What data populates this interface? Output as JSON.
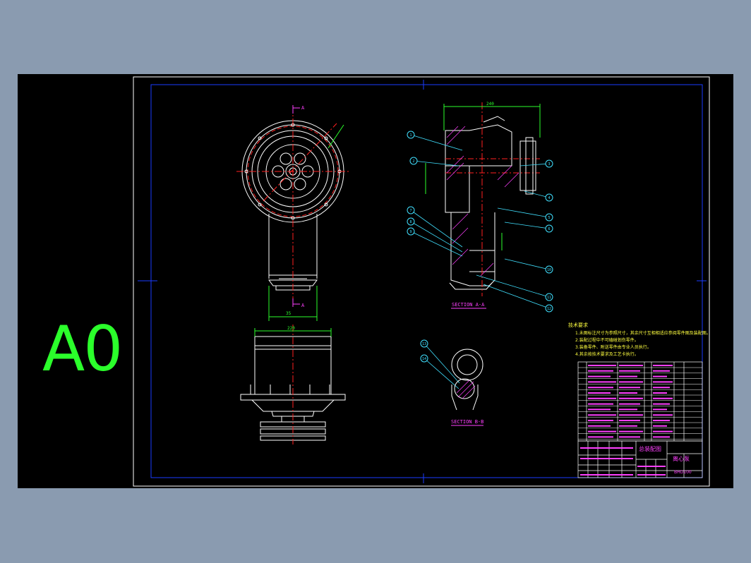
{
  "sheet": {
    "size_label": "A0"
  },
  "views": {
    "section_aa": "SECTION A-A",
    "section_bb": "SECTION B-B",
    "cut_mark_a": "A",
    "dim_top": "240",
    "dim_side": "35",
    "dim_bottom": "220"
  },
  "balloons": [
    "1",
    "2",
    "3",
    "4",
    "5",
    "6",
    "7",
    "8",
    "9",
    "10",
    "11",
    "12",
    "13",
    "14"
  ],
  "technical_requirements": {
    "heading": "技术要求",
    "items": [
      "1.未图标注尺寸为参照尺寸，其余尺寸互相相适应参阅零件图及装配图。",
      "2.装配过程中不可磕碰划伤零件。",
      "3.装备零件、附送零件由专业人员执行。",
      "4.其余按技术要求及工艺卡执行。"
    ]
  },
  "title_block": {
    "drawing_title": "总装配图",
    "part_name": "离心泵",
    "drawing_no": "BHD100"
  },
  "colors": {
    "background": "#8a9bb0",
    "canvas": "#000000",
    "frame": "#ffffff",
    "border": "#1a3cff",
    "geometry": "#ffffff",
    "dimension": "#2bff2b",
    "centerline": "#ff2020",
    "leader": "#40e0ff",
    "title_table": "#ff40ff",
    "notes": "#ffff40",
    "cut_arrow": "#ff40ff"
  }
}
